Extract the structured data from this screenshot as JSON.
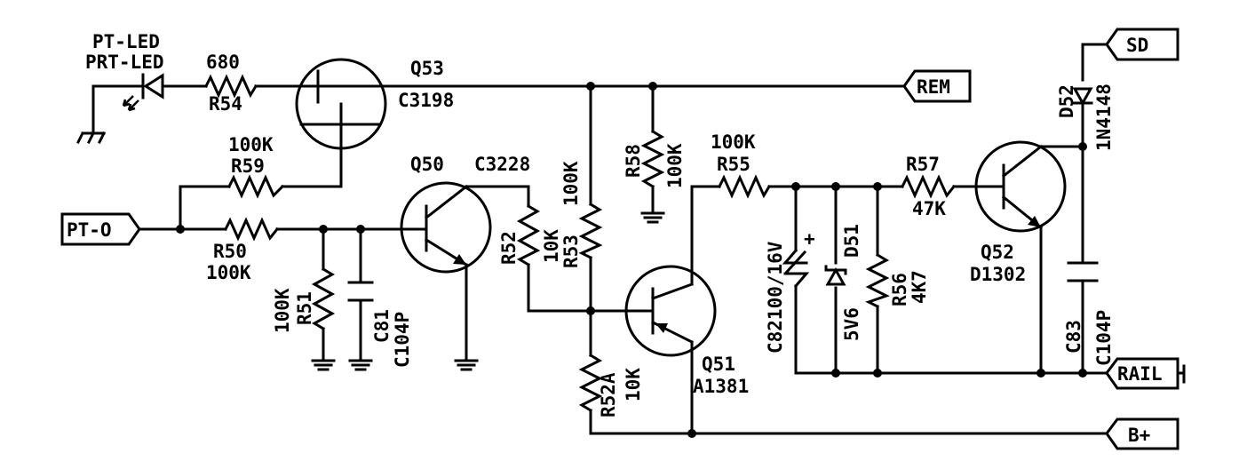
{
  "labels": {
    "pt_led": "PT-LED",
    "prt_led": "PRT-LED",
    "r680": "680",
    "r54": "R54",
    "q53": "Q53",
    "c3198": "C3198",
    "r59_val": "100K",
    "r59": "R59",
    "q50": "Q50",
    "c3228": "C3228",
    "r50": "R50",
    "r50_val": "100K",
    "r51_val": "100K",
    "r51": "R51",
    "c81": "C81",
    "c81_val": "C104P",
    "r52": "R52",
    "r52_val": "10K",
    "r53": "R53",
    "r53_val": "100K",
    "r58": "R58",
    "r58_val": "100K",
    "r55_val": "100K",
    "r55": "R55",
    "c82": "C82100/16V",
    "d51": "D51",
    "d51_val": "5V6",
    "r56": "R56",
    "r56_val": "4K7",
    "r57": "R57",
    "r57_val": "47K",
    "q52": "Q52",
    "d1302": "D1302",
    "d52": "D52",
    "d52_val": "1N4148",
    "c83": "C83",
    "c83_val": "C104P",
    "q51": "Q51",
    "a1381": "A1381",
    "r52a": "R52A",
    "r52a_val": "10K",
    "plus": "+"
  },
  "ports": {
    "sd": "SD",
    "rem": "REM",
    "pt_o": "PT-O",
    "rail": "RAIL",
    "b_plus": "B+"
  }
}
